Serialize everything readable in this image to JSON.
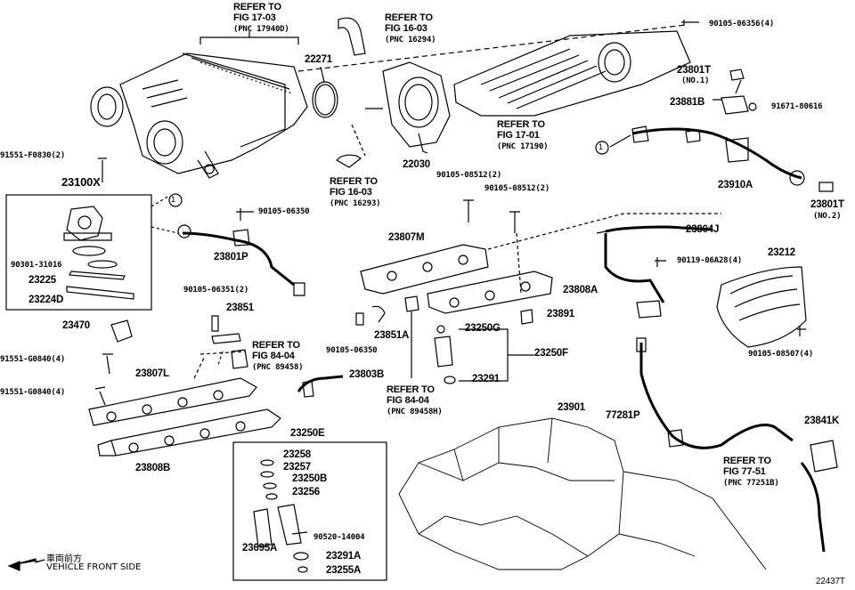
{
  "figure_id": "22437T",
  "direction": {
    "line1": "車両前方",
    "line2": "VEHICLE FRONT SIDE"
  },
  "refs": {
    "r1": {
      "line1": "REFER TO",
      "line2": "FIG 17-03",
      "pnc": "(PNC 17940D)"
    },
    "r2": {
      "line1": "REFER TO",
      "line2": "FIG 16-03",
      "pnc": "(PNC 16294)"
    },
    "r3": {
      "line1": "REFER TO",
      "line2": "FIG 16-03",
      "pnc": "(PNC 16293)"
    },
    "r4": {
      "line1": "REFER TO",
      "line2": "FIG 17-01",
      "pnc": "(PNC 17190)"
    },
    "r5": {
      "line1": "REFER TO",
      "line2": "FIG 84-04",
      "pnc": "(PNC 89458)"
    },
    "r6": {
      "line1": "REFER TO",
      "line2": "FIG 84-04",
      "pnc": "(PNC 89458H)"
    },
    "r7": {
      "line1": "REFER TO",
      "line2": "FIG 77-51",
      "pnc": "(PNC 77251B)"
    }
  },
  "parts": {
    "p22271": "22271",
    "p22030": "22030",
    "p90105_06356": "90105-06356(4)",
    "p23801T_1": "23801T",
    "no1": "(NO.1)",
    "p23881B": "23881B",
    "p91671": "91671-80616",
    "p23910A": "23910A",
    "p23801T_2": "23801T",
    "no2": "(NO.2)",
    "p91551_F0830": "91551-F0830(2)",
    "p23100X": "23100X",
    "p90301": "90301-31016",
    "p23225": "23225",
    "p23224D": "23224D",
    "p90105_06350a": "90105-06350",
    "p23801P": "23801P",
    "p90105_08512a": "90105-08512(2)",
    "p90105_08512b": "90105-08512(2)",
    "p23807M": "23807M",
    "p23804J": "23804J",
    "p23212": "23212",
    "p90119": "90119-06A28(4)",
    "p23808A": "23808A",
    "p90105_06351": "90105-06351(2)",
    "p23851": "23851",
    "p23470": "23470",
    "p23891": "23891",
    "p23250G": "23250G",
    "p23851A": "23851A",
    "p90105_06350b": "90105-06350",
    "p23250F": "23250F",
    "p90105_08507": "90105-08507(4)",
    "p91551_G0840a": "91551-G0840(4)",
    "p23807L": "23807L",
    "p23803B": "23803B",
    "p23291": "23291",
    "p91551_G0840b": "91551-G0840(4)",
    "p23901": "23901",
    "p77281P": "77281P",
    "p23841K": "23841K",
    "p23250E": "23250E",
    "p23808B": "23808B",
    "p23258": "23258",
    "p23257": "23257",
    "p23250B": "23250B",
    "p23256": "23256",
    "p90520": "90520-14004",
    "p23695A": "23695A",
    "p23291A": "23291A",
    "p23255A": "23255A"
  },
  "callout_marker": "1"
}
